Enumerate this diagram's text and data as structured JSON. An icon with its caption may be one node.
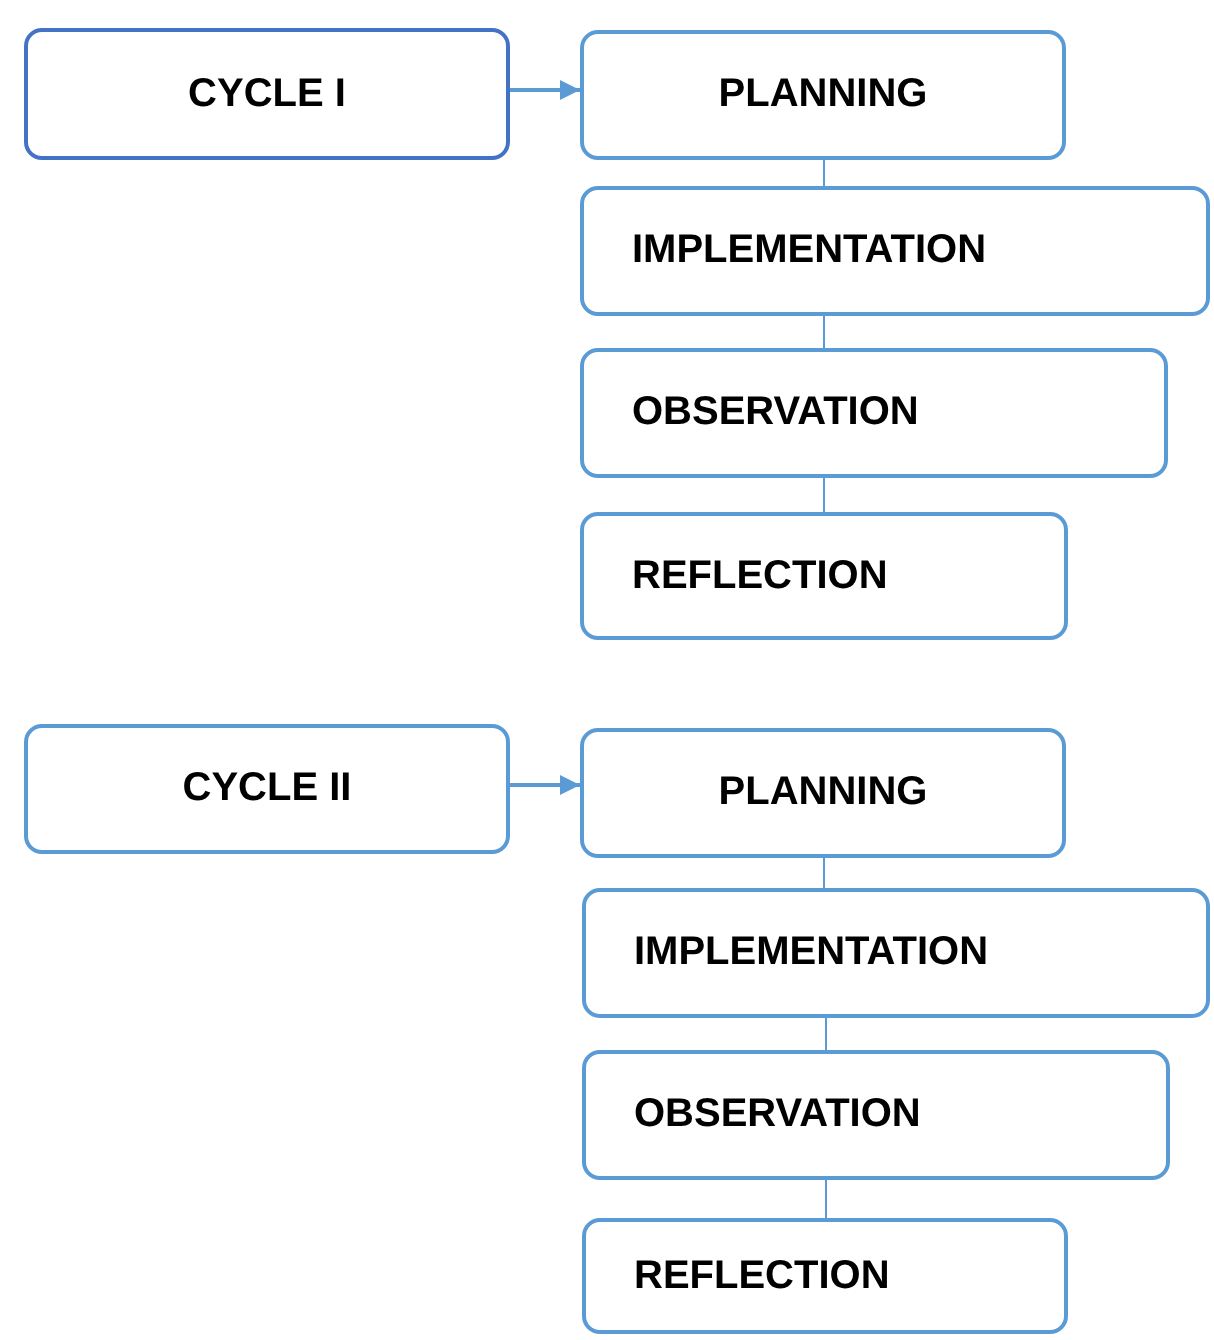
{
  "diagram": {
    "nodes": [
      {
        "text": [
          "CYCLE I"
        ]
      },
      {
        "text": [
          "PLANNING"
        ]
      },
      {
        "text": [
          "IMPLEMENTATION"
        ]
      },
      {
        "text": [
          "OBSERVATION"
        ]
      },
      {
        "text": [
          "REFLECTION"
        ]
      },
      {
        "text": [
          "CYCLE II"
        ]
      },
      {
        "text": [
          "PLANNING"
        ]
      },
      {
        "text": [
          "IMPLEMENTATION"
        ]
      },
      {
        "text": [
          "OBSERVATION"
        ]
      },
      {
        "text": [
          "REFLECTION"
        ]
      }
    ],
    "edges": [
      {
        "from": 0,
        "to": 1,
        "arrow": "to"
      },
      {
        "from": 1,
        "to": 2,
        "arrow": "none"
      },
      {
        "from": 2,
        "to": 3,
        "arrow": "none"
      },
      {
        "from": 3,
        "to": 4,
        "arrow": "none"
      },
      {
        "from": 5,
        "to": 6,
        "arrow": "to"
      },
      {
        "from": 6,
        "to": 7,
        "arrow": "none"
      },
      {
        "from": 7,
        "to": 8,
        "arrow": "none"
      },
      {
        "from": 8,
        "to": 9,
        "arrow": "none"
      }
    ]
  }
}
